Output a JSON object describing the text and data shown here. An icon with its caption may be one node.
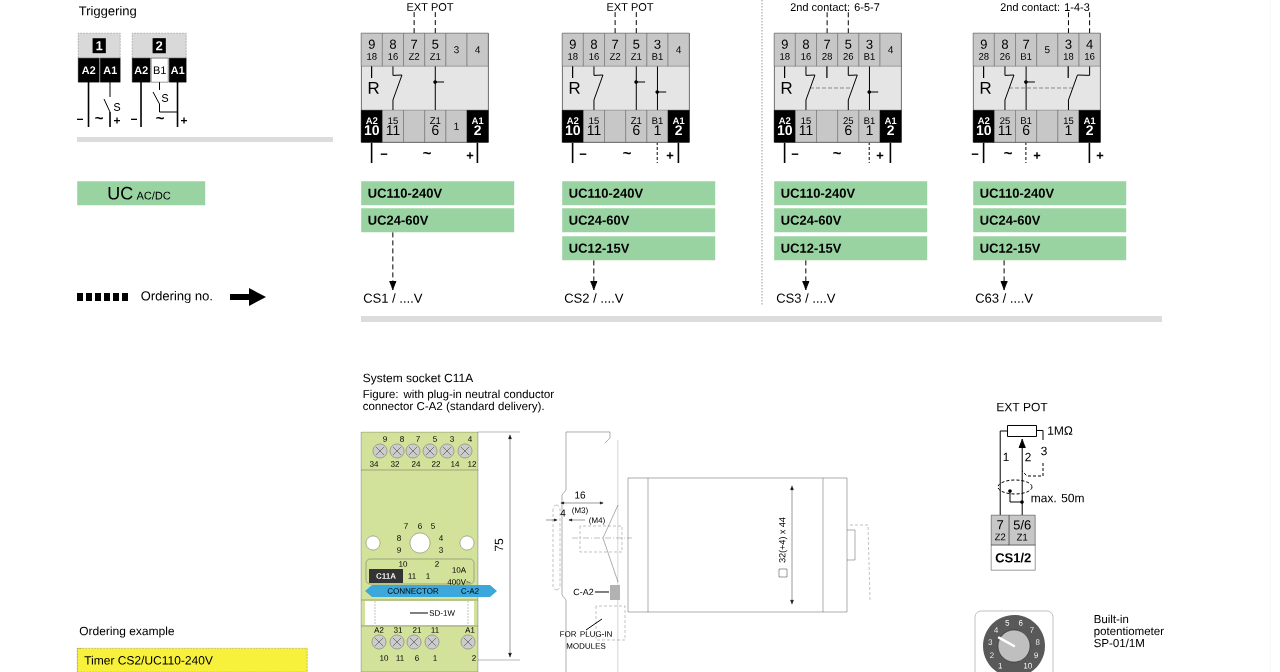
{
  "diagram": {
    "nodes": [
      {
        "text": [
          "1"
        ]
      },
      {
        "text": [
          "A2"
        ]
      },
      {
        "text": [
          "A1"
        ]
      },
      {
        "text": [
          "2"
        ]
      },
      {
        "text": [
          "A2"
        ]
      },
      {
        "text": [
          "B1"
        ]
      },
      {
        "text": [
          "A1"
        ]
      },
      {
        "text": [
          "EXT POT"
        ]
      },
      {
        "text": [
          "R"
        ]
      },
      {
        "text": [
          "9",
          "18"
        ],
        "in": 8
      },
      {
        "text": [
          "8",
          "16"
        ],
        "in": 8
      },
      {
        "text": [
          "7",
          "Z2"
        ],
        "in": 8
      },
      {
        "text": [
          "5",
          "Z1"
        ],
        "in": 8
      },
      {
        "text": [
          "3"
        ],
        "in": 8
      },
      {
        "text": [
          "4"
        ],
        "in": 8
      },
      {
        "text": [
          "A2",
          "10"
        ],
        "in": 8
      },
      {
        "text": [
          "15",
          "11"
        ],
        "in": 8
      },
      {
        "text": [],
        "shape": "box",
        "in": 8
      },
      {
        "text": [
          "Z1",
          "6"
        ],
        "in": 8
      },
      {
        "text": [
          "1"
        ],
        "in": 8
      },
      {
        "text": [
          "A1",
          "2"
        ],
        "in": 8
      },
      {
        "text": [
          "EXT POT"
        ]
      },
      {
        "text": [
          "R"
        ]
      },
      {
        "text": [
          "9",
          "18"
        ],
        "in": 22
      },
      {
        "text": [
          "8",
          "16"
        ],
        "in": 22
      },
      {
        "text": [
          "7",
          "Z2"
        ],
        "in": 22
      },
      {
        "text": [
          "5",
          "Z1"
        ],
        "in": 22
      },
      {
        "text": [
          "3",
          "B1"
        ],
        "in": 22
      },
      {
        "text": [
          "4"
        ],
        "in": 22
      },
      {
        "text": [
          "A2",
          "10"
        ],
        "in": 22
      },
      {
        "text": [
          "15",
          "11"
        ],
        "in": 22
      },
      {
        "text": [],
        "shape": "box",
        "in": 22
      },
      {
        "text": [
          "Z1",
          "6"
        ],
        "in": 22
      },
      {
        "text": [
          "B1",
          "1"
        ],
        "in": 22
      },
      {
        "text": [
          "A1",
          "2"
        ],
        "in": 22
      },
      {
        "text": [
          "2nd contact: 6-5-7"
        ]
      },
      {
        "text": [
          "R"
        ]
      },
      {
        "text": [
          "9",
          "18"
        ],
        "in": 36
      },
      {
        "text": [
          "8",
          "16"
        ],
        "in": 36
      },
      {
        "text": [
          "7",
          "28"
        ],
        "in": 36
      },
      {
        "text": [
          "5",
          "26"
        ],
        "in": 36
      },
      {
        "text": [
          "3",
          "B1"
        ],
        "in": 36
      },
      {
        "text": [
          "4"
        ],
        "in": 36
      },
      {
        "text": [
          "A2",
          "10"
        ],
        "in": 36
      },
      {
        "text": [
          "15",
          "11"
        ],
        "in": 36
      },
      {
        "text": [],
        "shape": "box",
        "in": 36
      },
      {
        "text": [
          "25",
          "6"
        ],
        "in": 36
      },
      {
        "text": [
          "B1",
          "1"
        ],
        "in": 36
      },
      {
        "text": [
          "A1",
          "2"
        ],
        "in": 36
      },
      {
        "text": [
          "2nd contact: 1-4-3"
        ]
      },
      {
        "text": [
          "R"
        ]
      },
      {
        "text": [
          "9",
          "28"
        ],
        "in": 50
      },
      {
        "text": [
          "8",
          "26"
        ],
        "in": 50
      },
      {
        "text": [
          "7",
          "B1"
        ],
        "in": 50
      },
      {
        "text": [
          "5"
        ],
        "in": 50
      },
      {
        "text": [
          "3",
          "18"
        ],
        "in": 50
      },
      {
        "text": [
          "4",
          "16"
        ],
        "in": 50
      },
      {
        "text": [
          "A2",
          "10"
        ],
        "in": 50
      },
      {
        "text": [
          "25",
          "11"
        ],
        "in": 50
      },
      {
        "text": [
          "B1",
          "6"
        ],
        "in": 50
      },
      {
        "text": [],
        "shape": "box",
        "in": 50
      },
      {
        "text": [
          "15",
          "1"
        ],
        "in": 50
      },
      {
        "text": [
          "A1",
          "2"
        ],
        "in": 50
      },
      {
        "text": [
          "UC",
          "AC/DC"
        ]
      },
      {
        "text": [
          "UC110-240V"
        ]
      },
      {
        "text": [
          "UC24-60V"
        ]
      },
      {
        "text": [
          "CS1 / ....V"
        ]
      },
      {
        "text": [
          "UC110-240V"
        ]
      },
      {
        "text": [
          "UC24-60V"
        ]
      },
      {
        "text": [
          "UC12-15V"
        ]
      },
      {
        "text": [
          "CS2 / ....V"
        ]
      },
      {
        "text": [
          "UC110-240V"
        ]
      },
      {
        "text": [
          "UC24-60V"
        ]
      },
      {
        "text": [
          "UC12-15V"
        ]
      },
      {
        "text": [
          "CS3 / ....V"
        ]
      },
      {
        "text": [
          "UC110-240V"
        ]
      },
      {
        "text": [
          "UC24-60V"
        ]
      },
      {
        "text": [
          "UC12-15V"
        ]
      },
      {
        "text": [
          "C63 / ....V"
        ]
      },
      {
        "text": [
          "Timer CS2/UC110-240V"
        ],
        "beside": [
          "Ordering example"
        ]
      },
      {
        "text": [
          "C-A2"
        ]
      },
      {
        "text": [
          "FOR PLUG-IN MODULES"
        ]
      },
      {
        "text": [
          "SD-1W"
        ]
      },
      {
        "text": [],
        "shape": "box",
        "beside": [
          "1MΩ"
        ]
      },
      {
        "text": [
          "7",
          "Z2"
        ]
      },
      {
        "text": [
          "5/6",
          "Z1"
        ]
      },
      {
        "text": [
          "CS1/2"
        ]
      }
    ],
    "edges": [
      {
        "from": 7,
        "to": 11,
        "arrow": "none",
        "style": "dashed"
      },
      {
        "from": 7,
        "to": 12,
        "arrow": "none",
        "style": "dashed"
      },
      {
        "from": 21,
        "to": 25,
        "arrow": "none",
        "style": "dashed"
      },
      {
        "from": 21,
        "to": 26,
        "arrow": "none",
        "style": "dashed"
      },
      {
        "from": 35,
        "to": 39,
        "arrow": "none",
        "style": "dashed"
      },
      {
        "from": 35,
        "to": 40,
        "arrow": "none",
        "style": "dashed"
      },
      {
        "from": 49,
        "to": 55,
        "arrow": "none",
        "style": "dashed"
      },
      {
        "from": 49,
        "to": 56,
        "arrow": "none",
        "style": "dashed"
      },
      {
        "from": 65,
        "to": 66,
        "arrow": "to",
        "style": "dashed"
      },
      {
        "from": 69,
        "to": 70,
        "arrow": "to",
        "style": "dashed"
      },
      {
        "from": 73,
        "to": 74,
        "arrow": "to",
        "style": "dashed"
      },
      {
        "from": 77,
        "to": 78,
        "arrow": "to",
        "style": "dashed"
      },
      {
        "from": 80,
        "to": null,
        "arrow": "none"
      },
      {
        "from": 81,
        "to": null,
        "arrow": "none"
      },
      {
        "from": 82,
        "to": null,
        "arrow": "none"
      },
      {
        "from": 83,
        "to": 84,
        "arrow": "none"
      },
      {
        "from": 85,
        "to": 83,
        "arrow": "to"
      },
      {
        "from": 10,
        "to": 16,
        "arrow": "none"
      },
      {
        "from": 12,
        "to": 18,
        "arrow": "none"
      },
      {
        "from": 24,
        "to": 30,
        "arrow": "none"
      },
      {
        "from": 26,
        "to": 32,
        "arrow": "none"
      },
      {
        "from": 27,
        "to": 33,
        "arrow": "none"
      },
      {
        "from": 38,
        "to": 44,
        "arrow": "none"
      },
      {
        "from": 40,
        "to": 46,
        "arrow": "none"
      },
      {
        "from": 41,
        "to": 47,
        "arrow": "none"
      },
      {
        "from": 52,
        "to": 58,
        "arrow": "none"
      },
      {
        "from": 53,
        "to": 59,
        "arrow": "none"
      },
      {
        "from": 56,
        "to": 61,
        "arrow": "none"
      }
    ],
    "labels": [
      "Triggering",
      "S",
      "−",
      "~",
      "+",
      "S",
      "−",
      "~",
      "+",
      "−",
      "~",
      "+",
      "−",
      "~",
      "+",
      "−",
      "~",
      "+",
      "−",
      "~",
      "+",
      "+",
      "Ordering no.",
      "System socket C11A",
      "Figure: with plug-in neutral conductor connector C-A2 (standard delivery).",
      "9",
      "8",
      "7",
      "5",
      "3",
      "4",
      "34",
      "32",
      "24",
      "22",
      "14",
      "12",
      "7",
      "6",
      "5",
      "8",
      "4",
      "9",
      "3",
      "10",
      "2",
      "C11A",
      "11",
      "1",
      "10A 400V~",
      "CONNECTOR",
      "C-A2",
      "A2",
      "31",
      "21",
      "11",
      "A1",
      "10",
      "11",
      "6",
      "1",
      "2",
      "75",
      "16",
      "4",
      "(M3)",
      "(M4)",
      "32(+4) x 44",
      "EXT POT",
      "1",
      "2",
      "3",
      "max. 50m",
      "Built-in potentiometer SP-01/1M",
      "5",
      "6",
      "4",
      "7",
      "3",
      "8",
      "2",
      "9",
      "1",
      "10"
    ]
  }
}
